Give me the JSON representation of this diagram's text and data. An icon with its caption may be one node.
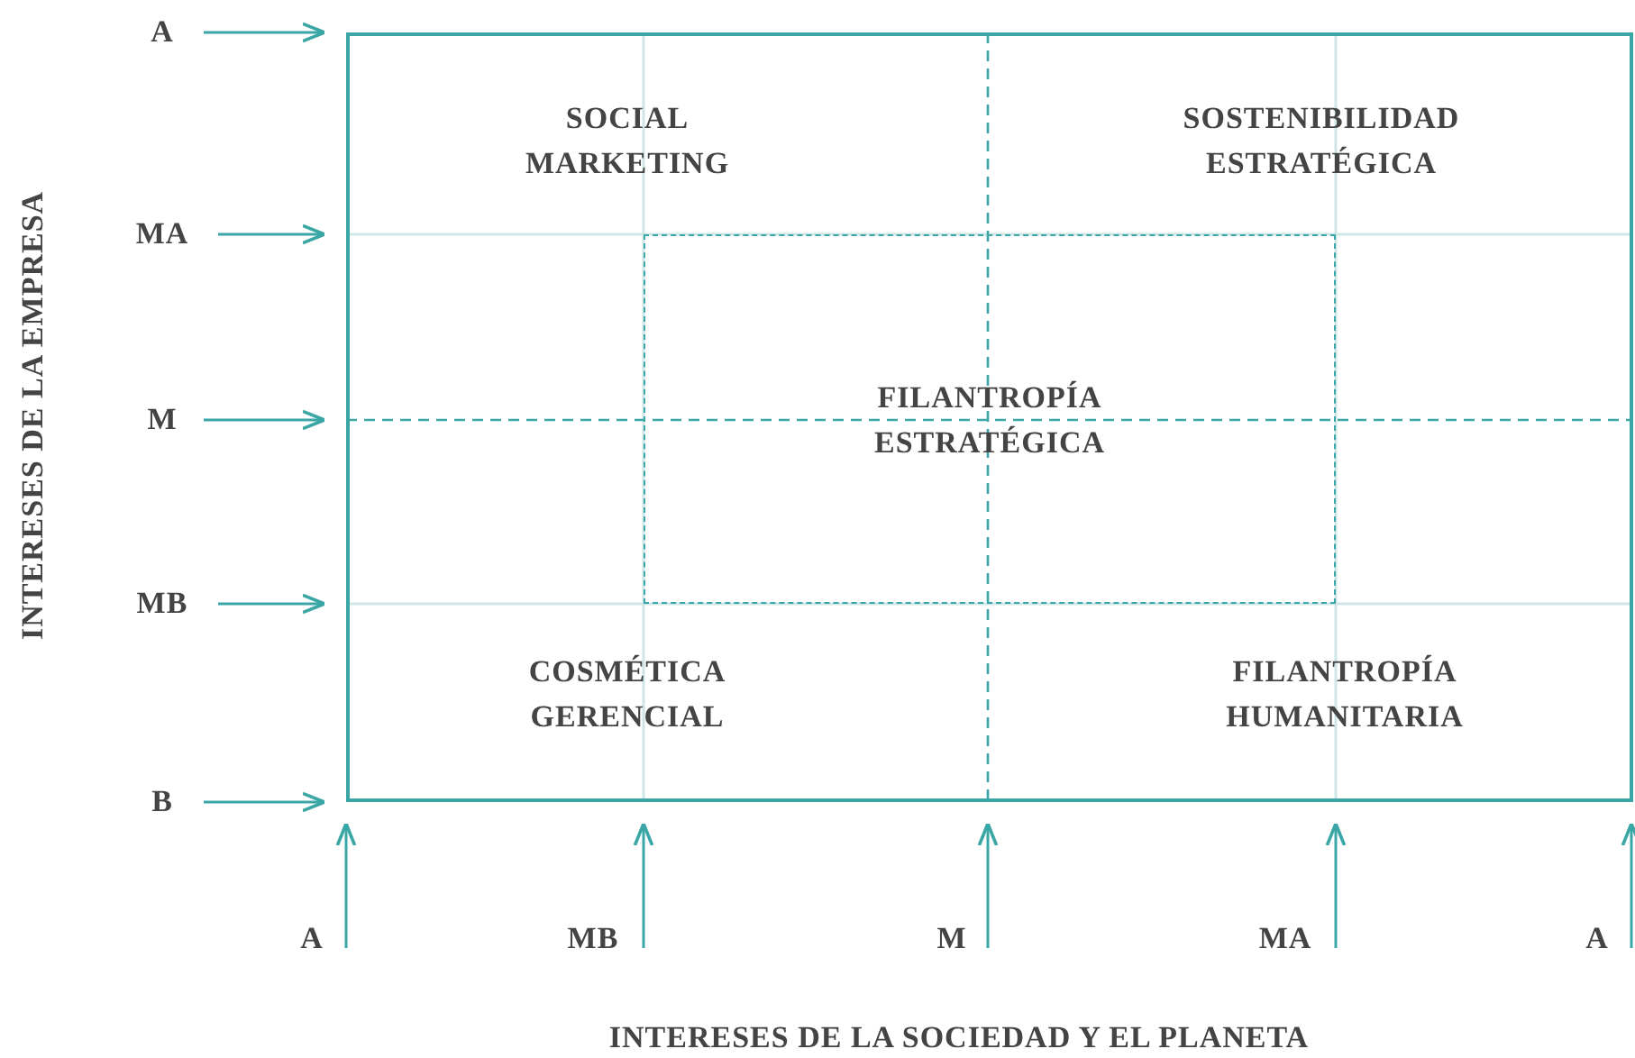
{
  "diagram": {
    "nodes": [
      {
        "text": [],
        "shape": "box"
      },
      {
        "text": [
          "FILANTROPÍA ESTRATÉGICA"
        ],
        "in": 0
      },
      {
        "text": [
          "A"
        ]
      },
      {
        "text": [
          "MA"
        ]
      },
      {
        "text": [
          "M"
        ]
      },
      {
        "text": [
          "MB"
        ]
      },
      {
        "text": [
          "B"
        ]
      },
      {
        "text": [
          "A"
        ]
      },
      {
        "text": [
          "MB"
        ]
      },
      {
        "text": [
          "M"
        ]
      },
      {
        "text": [
          "MA"
        ]
      },
      {
        "text": [
          "A"
        ]
      }
    ],
    "edges": [
      {
        "from": 2,
        "to": 0,
        "arrow": "to"
      },
      {
        "from": 3,
        "to": 0,
        "arrow": "to"
      },
      {
        "from": 4,
        "to": 0,
        "arrow": "to"
      },
      {
        "from": 5,
        "to": 0,
        "arrow": "to"
      },
      {
        "from": 6,
        "to": 0,
        "arrow": "to"
      },
      {
        "from": 7,
        "to": 0,
        "arrow": "to"
      },
      {
        "from": 8,
        "to": 0,
        "arrow": "to"
      },
      {
        "from": 9,
        "to": 0,
        "arrow": "to"
      },
      {
        "from": 10,
        "to": 0,
        "arrow": "to"
      },
      {
        "from": 11,
        "to": 0,
        "arrow": "to"
      }
    ],
    "labels": [
      "INTERESES DE LA EMPRESA",
      "SOCIAL MARKETING",
      "SOSTENIBILIDAD ESTRATÉGICA",
      "COSMÉTICA GERENCIAL",
      "FILANTROPÍA HUMANITARIA",
      "INTERESES DE LA SOCIEDAD Y EL PLANETA"
    ]
  }
}
